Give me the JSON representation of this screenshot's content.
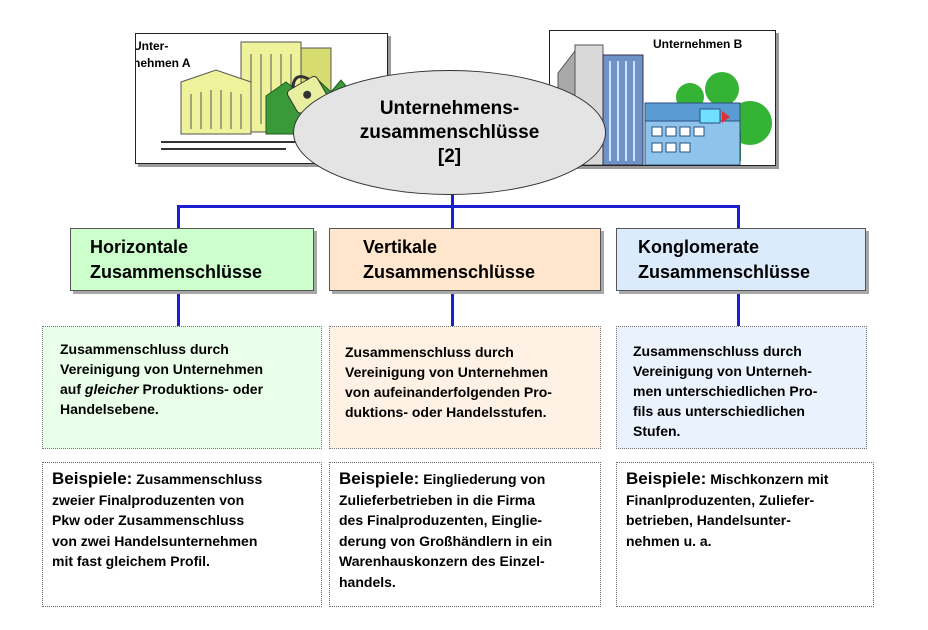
{
  "title": {
    "line1": "Unternehmens-",
    "line2": "zusammenschlüsse",
    "line3": "[2]"
  },
  "company_a": {
    "line1": "Unter-",
    "line2": "nehmen A"
  },
  "company_b": {
    "label": "Unternehmen B"
  },
  "columns": [
    {
      "heading_line1": "Horizontale",
      "heading_line2": "Zusammenschlüsse",
      "color": "#ccffcc",
      "desc_line1": "Zusammenschluss durch",
      "desc_line2": "Vereinigung von Unternehmen",
      "desc_pre": "auf ",
      "desc_em": "gleicher",
      "desc_post": " Produktions- oder",
      "desc_line4": "Handelsebene.",
      "ex_lead": "Beispiele:",
      "ex_rest": " Zusammenschluss",
      "ex_line2": "zweier Finalproduzenten von",
      "ex_line3": "Pkw oder Zusammenschluss",
      "ex_line4": "von zwei Handelsunternehmen",
      "ex_line5": "mit fast gleichem Profil."
    },
    {
      "heading_line1": "Vertikale",
      "heading_line2": "Zusammenschlüsse",
      "color": "#ffe6cc",
      "desc_line1": "Zusammenschluss durch",
      "desc_line2": "Vereinigung von Unternehmen",
      "desc_line3": "von aufeinanderfolgenden Pro-",
      "desc_line4": "duktions- oder Handelsstufen.",
      "ex_lead": "Beispiele:",
      "ex_rest": " Eingliederung von",
      "ex_line2": "Zulieferbetrieben in die Firma",
      "ex_line3": "des Finalproduzenten, Einglie-",
      "ex_line4": "derung von Großhändlern in ein",
      "ex_line5": "Warenhauskonzern des Einzel-",
      "ex_line6": "handels."
    },
    {
      "heading_line1": "Konglomerate",
      "heading_line2": "Zusammenschlüsse",
      "color": "#dcebfc",
      "desc_line1": "Zusammenschluss durch",
      "desc_line2": "Vereinigung von Unterneh-",
      "desc_line3": "men unterschiedlichen Pro-",
      "desc_line4": "fils aus unterschiedlichen",
      "desc_line5": "Stufen.",
      "ex_lead": "Beispiele:",
      "ex_rest": " Mischkonzern mit",
      "ex_line2": "Finanlproduzenten, Zuliefer-",
      "ex_line3": "betrieben, Handelsunter-",
      "ex_line4": "nehmen u. a."
    }
  ],
  "colors": {
    "connector": "#1a1fd0",
    "ellipse": "#e4e4e4"
  },
  "icons": [
    "factory-clipart",
    "office-building-clipart"
  ]
}
